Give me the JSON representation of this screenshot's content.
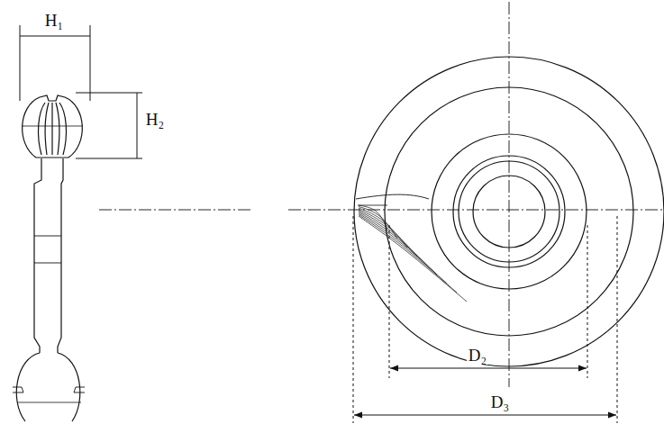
{
  "diagram": {
    "labels": [
      "H₁",
      "H₂",
      "D₂",
      "D₃"
    ]
  }
}
